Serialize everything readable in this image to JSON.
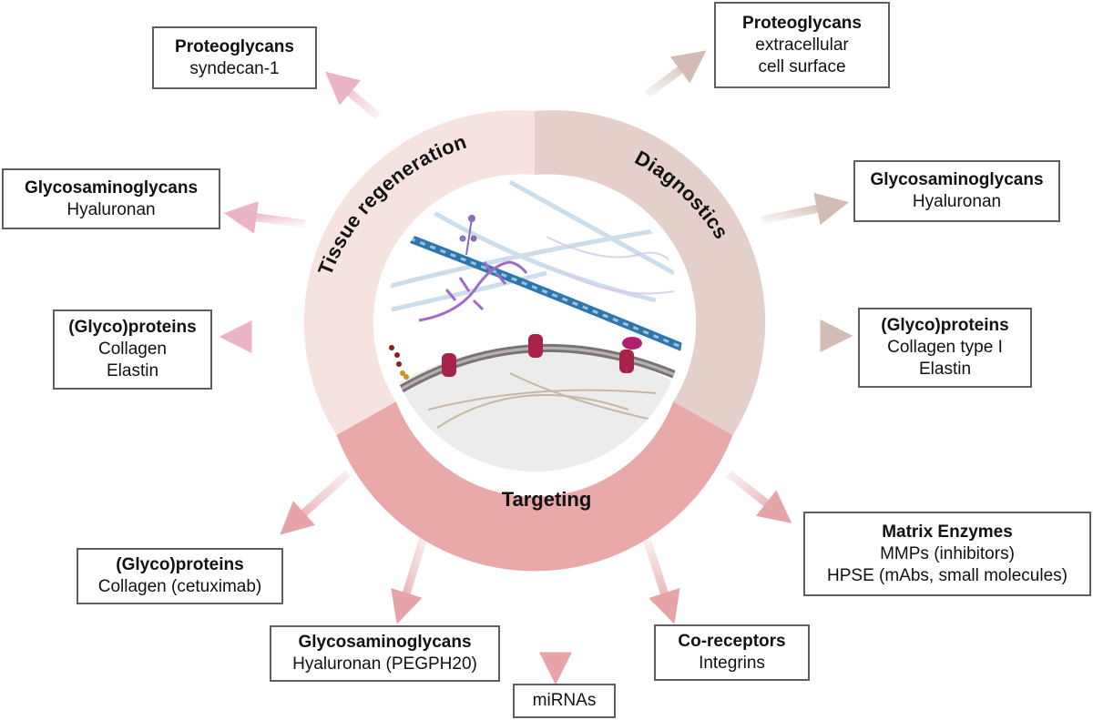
{
  "ring": {
    "tissue_label": "Tissue regeneration",
    "diagnostics_label": "Diagnostics",
    "targeting_label": "Targeting"
  },
  "boxes": {
    "tr_proteoglycans": {
      "title": "Proteoglycans",
      "lines": [
        "syndecan-1"
      ]
    },
    "tr_gags": {
      "title": "Glycosaminoglycans",
      "lines": [
        "Hyaluronan"
      ]
    },
    "tr_glycoproteins": {
      "title": "(Glyco)proteins",
      "lines": [
        "Collagen",
        "Elastin"
      ]
    },
    "dx_proteoglycans": {
      "title": "Proteoglycans",
      "lines": [
        "extracellular",
        "cell surface"
      ]
    },
    "dx_gags": {
      "title": "Glycosaminoglycans",
      "lines": [
        "Hyaluronan"
      ]
    },
    "dx_glycoproteins": {
      "title": "(Glyco)proteins",
      "lines": [
        "Collagen type I",
        "Elastin"
      ]
    },
    "tg_matrix_enzymes": {
      "title": "Matrix Enzymes",
      "lines": [
        "MMPs (inhibitors)",
        "HPSE (mAbs, small molecules)"
      ]
    },
    "tg_coreceptors": {
      "title": "Co-receptors",
      "lines": [
        "Integrins"
      ]
    },
    "tg_mirnas": {
      "title": "",
      "lines": [
        "miRNAs"
      ]
    },
    "tg_gags": {
      "title": "Glycosaminoglycans",
      "lines": [
        "Hyaluronan (PEGPH20)"
      ]
    },
    "tg_glycoproteins": {
      "title": "(Glyco)proteins",
      "lines": [
        "Collagen (cetuximab)"
      ]
    }
  },
  "colors": {
    "tissue_sector": "#f6e2de",
    "diagnostics_sector": "#e5cfcb",
    "targeting_sector": "#eaa9a9",
    "tissue_arrow": "#eab4c6",
    "diagnostics_arrow": "#d2bcb3",
    "targeting_arrow": "#e8b0b0",
    "box_border": "#5f5f5f"
  }
}
